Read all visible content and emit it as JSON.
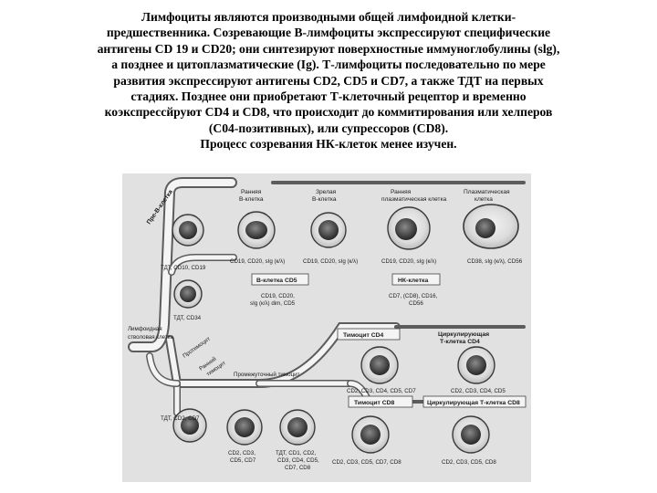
{
  "text": {
    "lines": [
      "Лимфоциты являются производными общей лимфоидной клетки-",
      "предшественника. Созревающие В-лимфоциты экспрессируют специфические",
      "антигены CD 19 и CD20; они синтезируют поверхностные иммуноглобулины (slg),",
      "а позднее и цитоплазматические (Ig). Т-лимфоциты последовательно по мере",
      "развития экспрессируют антигены CD2, CD5 и CD7, а также ТДТ на первых",
      "стадиях. Позднее они приобретают Т-клеточный рецептор и временно",
      "коэкспрессйруют CD4 и CD8, что происходит до коммитирования или хелперов",
      "(С04-позитивных), или супрессоров (CD8).",
      "Процесс созревания НК-клеток менее изучен."
    ]
  },
  "diagram": {
    "stem_cell": [
      "Лимфоидная",
      "стволовая клетка"
    ],
    "pre_b": "Пре-В-клетка",
    "early_b": [
      "Ранняя",
      "В-клетка"
    ],
    "mature_b": [
      "Зрелая",
      "В-клетка"
    ],
    "early_plasma": [
      "Ранняя",
      "плазматическая клетка"
    ],
    "plasma": [
      "Плазматическая",
      "клетка"
    ],
    "b_row_markers": [
      "ТДТ, CD10, CD19",
      "CD19, CD20, sIg (к/λ)",
      "CD19, CD20, sIg (к/λ)",
      "CD19, CD20, sIg (к/λ)",
      "CD38, sIg (к/λ), CD56"
    ],
    "b_cell_cd5": "В-клетка CD5",
    "b_cd5_markers": [
      "CD19, CD20,",
      "sIg (к/λ) dim, CD5"
    ],
    "nk_cell": "НК-клетка",
    "nk_markers": [
      "CD7, (CD8), CD16,",
      "CD56"
    ],
    "tdt_cd34": "ТДТ, CD34",
    "early_thymocyte": [
      "Ранний",
      "тимоцит"
    ],
    "prothymocyte": "Протимоцит",
    "intermediate_thymocyte": "Промежуточный тимоцит",
    "thymocyte_cd4": "Тимоцит CD4",
    "circulating_cd4": [
      "Циркулирующая",
      "Т-клетка CD4"
    ],
    "cd4_markers": [
      "CD2, CD3, CD4, CD5, CD7",
      "CD2, CD3, CD4, CD5"
    ],
    "thymocyte_cd8": "Тимоцит CD8",
    "circulating_cd8": "Циркулирующая Т-клетка CD8",
    "t_bottom_markers": [
      "ТДТ, CD2, CD7",
      "CD2, CD3,",
      "CD5, CD7",
      "ТДТ, CD1, CD2,",
      "CD3, CD4, CD5,",
      "CD7, CD8",
      "CD2, CD3, CD5, CD7, CD8",
      "CD2, CD3, CD5, CD8"
    ]
  }
}
